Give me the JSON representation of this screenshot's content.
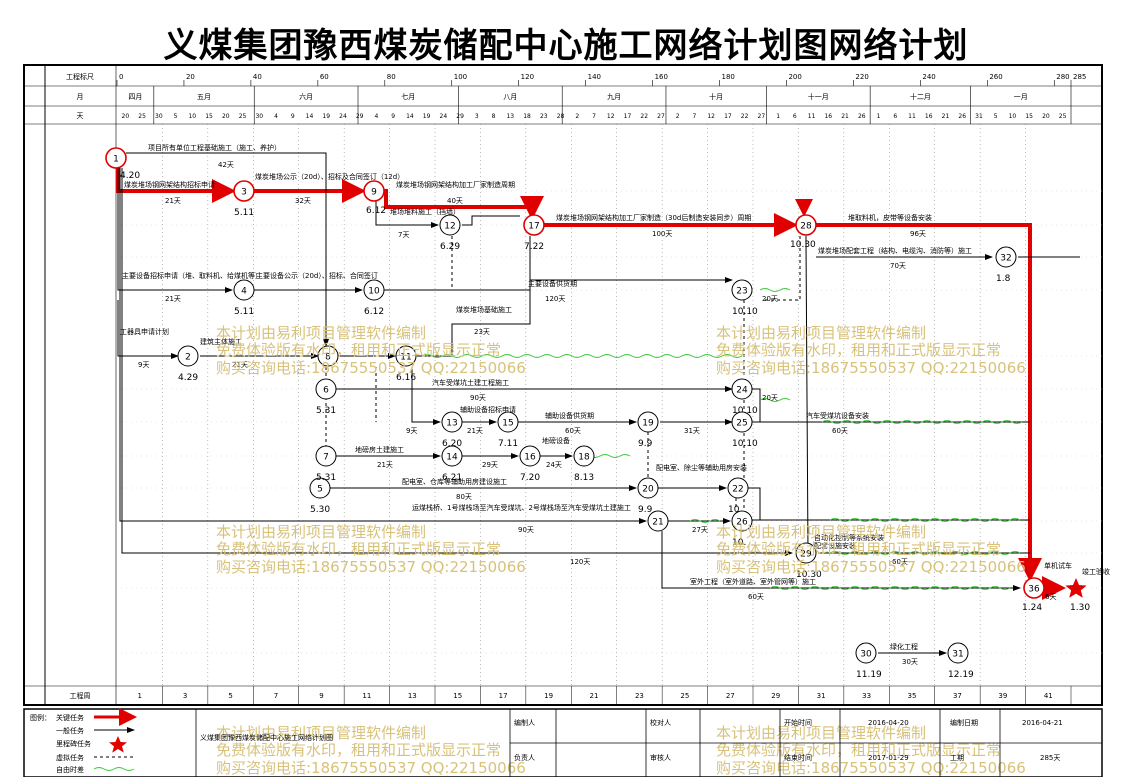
{
  "title": "义煤集团豫西煤炭储配中心施工网络计划图网络计划",
  "header": {
    "row_labels": [
      "工程标尺",
      "月",
      "天"
    ],
    "scale_ticks": [
      "0",
      "20",
      "40",
      "60",
      "80",
      "100",
      "120",
      "140",
      "160",
      "180",
      "200",
      "220",
      "240",
      "260",
      "280",
      "285"
    ],
    "months": [
      "四月",
      "五月",
      "六月",
      "七月",
      "八月",
      "九月",
      "十月",
      "十一月",
      "十二月",
      "一月"
    ],
    "days": [
      "20",
      "25",
      "30",
      "5",
      "10",
      "15",
      "20",
      "25",
      "30",
      "4",
      "9",
      "14",
      "19",
      "24",
      "29",
      "4",
      "9",
      "14",
      "19",
      "24",
      "29",
      "3",
      "8",
      "13",
      "18",
      "23",
      "28",
      "2",
      "7",
      "12",
      "17",
      "22",
      "27",
      "2",
      "7",
      "12",
      "17",
      "22",
      "27",
      "1",
      "6",
      "11",
      "16",
      "21",
      "26",
      "1",
      "6",
      "11",
      "16",
      "21",
      "26",
      "31",
      "5",
      "10",
      "15",
      "20",
      "25"
    ]
  },
  "footer": {
    "week_label": "工程周",
    "weeks": [
      "1",
      "3",
      "5",
      "7",
      "9",
      "11",
      "13",
      "15",
      "17",
      "19",
      "21",
      "23",
      "25",
      "27",
      "29",
      "31",
      "33",
      "35",
      "37",
      "39",
      "41"
    ]
  },
  "nodes": [
    {
      "id": "1",
      "date": "4.20"
    },
    {
      "id": "2",
      "date": "4.29"
    },
    {
      "id": "3",
      "date": "5.11"
    },
    {
      "id": "4",
      "date": "5.11"
    },
    {
      "id": "5",
      "date": "5.30"
    },
    {
      "id": "6",
      "date": "5.31"
    },
    {
      "id": "7",
      "date": "5.31"
    },
    {
      "id": "8",
      "date": ""
    },
    {
      "id": "9",
      "date": "6.12"
    },
    {
      "id": "10",
      "date": "6.12"
    },
    {
      "id": "11",
      "date": "6.16"
    },
    {
      "id": "12",
      "date": "6.29"
    },
    {
      "id": "13",
      "date": "6.20"
    },
    {
      "id": "14",
      "date": "6.21"
    },
    {
      "id": "15",
      "date": "7.11"
    },
    {
      "id": "16",
      "date": "7.20"
    },
    {
      "id": "17",
      "date": "7.22"
    },
    {
      "id": "18",
      "date": "8.13"
    },
    {
      "id": "19",
      "date": "9.9"
    },
    {
      "id": "20",
      "date": "9.9"
    },
    {
      "id": "21",
      "date": ""
    },
    {
      "id": "22",
      "date": "10."
    },
    {
      "id": "23",
      "date": "10.10"
    },
    {
      "id": "24",
      "date": "10.10"
    },
    {
      "id": "25",
      "date": "10.10"
    },
    {
      "id": "26",
      "date": "10."
    },
    {
      "id": "28",
      "date": "10.30"
    },
    {
      "id": "29",
      "date": "10.30"
    },
    {
      "id": "30",
      "date": "11.19"
    },
    {
      "id": "31",
      "date": "12.19"
    },
    {
      "id": "32",
      "date": "1.8"
    },
    {
      "id": "36",
      "date": "1.24"
    },
    {
      "id": "end",
      "date": "1.30"
    }
  ],
  "tasks": [
    {
      "label": "项目所有单位工程基础施工（施工、养护）",
      "duration": "42天"
    },
    {
      "label": "煤炭堆场钢网架结构招标申请",
      "duration": "21天"
    },
    {
      "label": "煤炭堆场公示（20d）、招标及合同签订（12d）",
      "duration": "32天"
    },
    {
      "label": "煤炭堆场钢网架结构加工厂家制造周期",
      "duration": "40天"
    },
    {
      "label": "煤炭堆场钢网架结构加工厂家制造（30d后制造安装同步）周期",
      "duration": "100天"
    },
    {
      "label": "堆取料机，皮带等设备安装",
      "duration": "96天"
    },
    {
      "label": "煤炭堆场配套工程（结构、电缆沟、消防等）施工",
      "duration": "70天"
    },
    {
      "label": "主要设备招标申请（堆、取料机、给煤机等）",
      "duration": "21天"
    },
    {
      "label": "主要设备公示（20d）、招标、合同签订",
      "duration": ""
    },
    {
      "label": "主要设备供货期",
      "duration": "120天"
    },
    {
      "label": "煤炭堆场基础施工",
      "duration": "23天"
    },
    {
      "label": "堆场堆料施工（挡墙）",
      "duration": "7天"
    },
    {
      "label": "汽车受煤坑土建工程施工",
      "duration": "90天"
    },
    {
      "label": "辅助设备招标申请",
      "duration": "21天"
    },
    {
      "label": "辅助设备供货期",
      "duration": "60天"
    },
    {
      "label": "地磅房土建施工",
      "duration": "21天"
    },
    {
      "label": "地磅设备",
      "duration": "24天"
    },
    {
      "label": "配电室、仓库等辅助用房建设施工",
      "duration": "80天"
    },
    {
      "label": "汽车受煤坑设备安装",
      "duration": "60天"
    },
    {
      "label": "运煤栈桥、1号煤栈场至汽车受煤坑、2号煤栈场至汽车受煤坑土建施工",
      "duration": "90天"
    },
    {
      "label": "室外工程（室外道路、室外管网等）施工",
      "duration": "60天"
    },
    {
      "label": "绿化工程",
      "duration": "30天"
    },
    {
      "label": "单机试车",
      "duration": "6天"
    },
    {
      "label": "竣工验收",
      "duration": ""
    }
  ],
  "notes": {
    "n8_label": "工器具申请计划",
    "n5_label": "建筑主体施工",
    "n20_label": "配电室、除尘等辅助用房安装",
    "n26_label": "自动化控制等系统安装",
    "n28_label": "配套设施安装",
    "end_label": "竣工验收"
  },
  "watermark": {
    "line1": "本计划由易利项目管理软件编制",
    "line2": "免费体验版有水印，租用和正式版显示正常",
    "line3": "购买咨询电话:18675550537 QQ:22150066"
  },
  "legend": {
    "title": "图例：",
    "items": [
      "关键任务",
      "一般任务",
      "里程碑任务",
      "虚拟任务",
      "自由时差"
    ]
  },
  "info": {
    "project_name": "义煤集团豫西煤炭储配中心施工网络计划图",
    "compiler_label": "编制人",
    "responsible_label": "负责人",
    "checker_label": "校对人",
    "reviewer_label": "审核人",
    "start_label": "开始时间",
    "start_value": "2016-04-20",
    "end_label": "结束时间",
    "end_value": "2017-01-29",
    "date_label": "编制日期",
    "date_value": "2016-04-21",
    "period_label": "工期",
    "period_value": "285天"
  }
}
